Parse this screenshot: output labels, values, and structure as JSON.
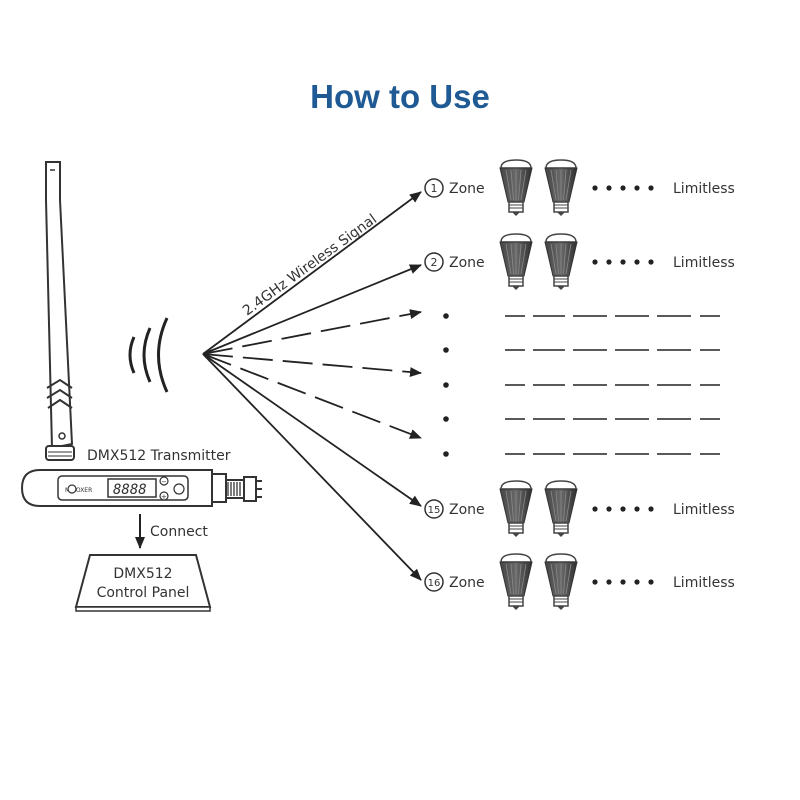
{
  "title": "How to Use",
  "transmitter": {
    "label": "DMX512 Transmitter",
    "display": "8888",
    "brand": "MiBOXER",
    "minus": "−",
    "plus": "+"
  },
  "connect_label": "Connect",
  "panel": {
    "line1": "DMX512",
    "line2": "Control Panel"
  },
  "signal_label": "2.4GHz Wireless Signal",
  "zones": [
    {
      "number": "1",
      "label": "Zone",
      "limit": "Limitless"
    },
    {
      "number": "2",
      "label": "Zone",
      "limit": "Limitless"
    },
    {
      "number": "15",
      "label": "Zone",
      "limit": "Limitless"
    },
    {
      "number": "16",
      "label": "Zone",
      "limit": "Limitless"
    }
  ],
  "placeholder_rows": 5
}
